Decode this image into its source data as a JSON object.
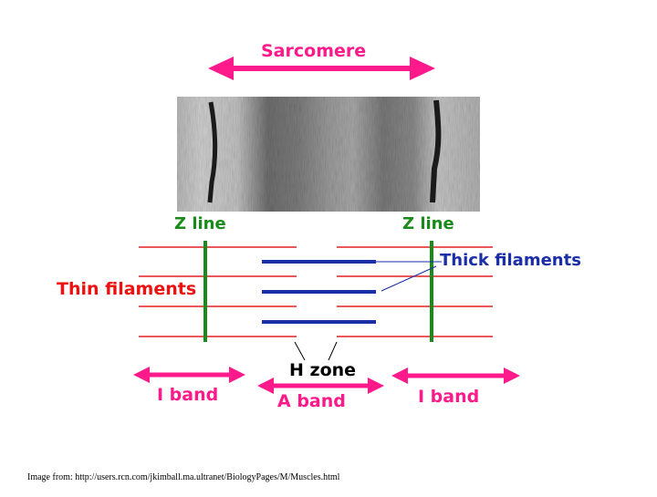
{
  "labels": {
    "sarcomere": "Sarcomere",
    "z_line_left": "Z line",
    "z_line_right": "Z line",
    "thick_filaments": "Thick filaments",
    "thin_filaments": "Thin filaments",
    "h_zone": "H zone",
    "i_band_left": "I band",
    "a_band": "A band",
    "i_band_right": "I band"
  },
  "credit": "Image from: http://users.rcn.com/jkimball.ma.ultranet/BiologyPages/M/Muscles.html",
  "colors": {
    "arrow": "#ff1a8c",
    "z_line": "#1a8a1a",
    "thin": "#e02020",
    "thick": "#1a2ea8",
    "micrograph": "#8a8a8a"
  }
}
